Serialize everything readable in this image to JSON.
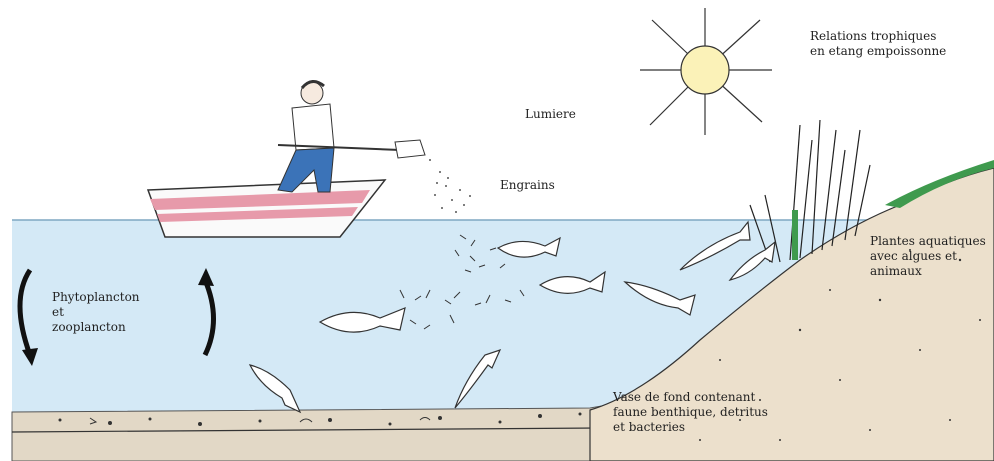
{
  "title": {
    "line1": "Relations trophiques",
    "line2": "en etang empoissonne"
  },
  "labels": {
    "light": "Lumiere",
    "fertilizer": "Engrains",
    "plankton": {
      "line1": "Phytoplancton",
      "line2": "et",
      "line3": "zooplancton"
    },
    "plants": {
      "line1": "Plantes aquatiques",
      "line2": "avec algues et",
      "line3": "animaux"
    },
    "sediment": {
      "line1": "Vase de fond contenant",
      "line2": "faune benthique, detritus",
      "line3": "et bacteries"
    }
  },
  "colors": {
    "water": "#d4e9f6",
    "sky": "#ffffff",
    "sediment": "#ece0cc",
    "sun": "#fbf2b8",
    "boat_stripe": "#e79aaa",
    "shirt": "#ffffff",
    "jeans": "#3b73b8",
    "grass": "#3f9a4e"
  }
}
